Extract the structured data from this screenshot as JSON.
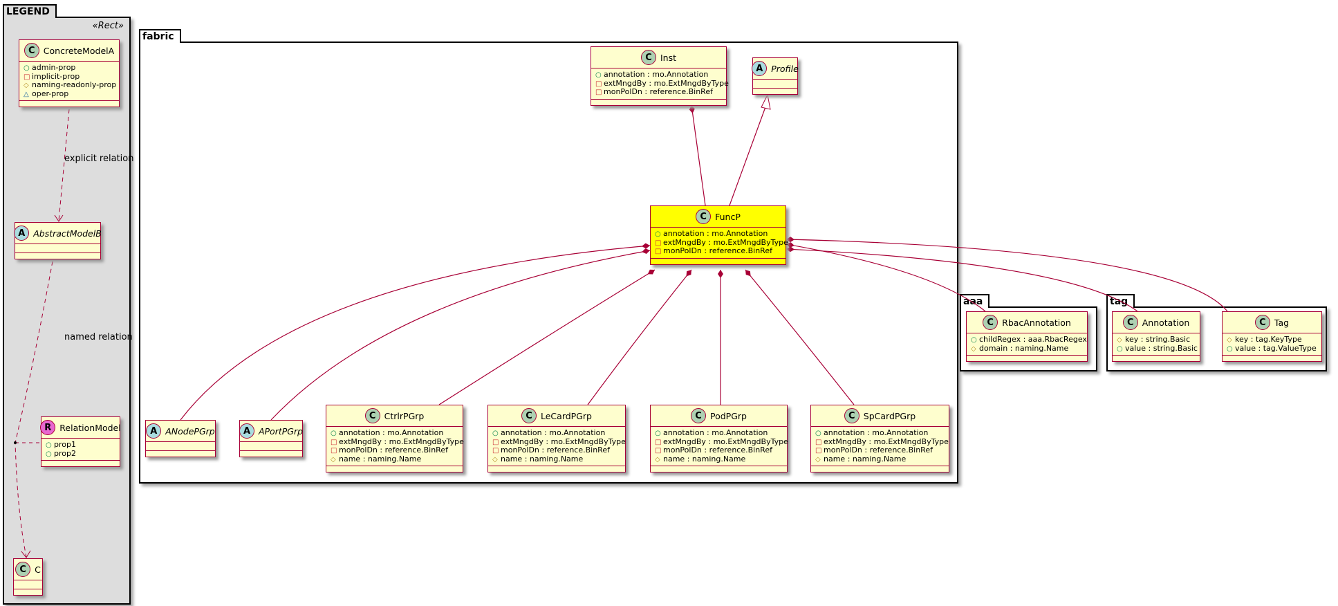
{
  "packages": {
    "legend": "LEGEND",
    "fabric": "fabric",
    "aaa": "aaa",
    "tag": "tag"
  },
  "legend": {
    "stereotype": "«Rect»",
    "explicit_relation": "explicit relation",
    "named_relation": "named relation"
  },
  "colors": {
    "border": "#a80036",
    "class_bg": "#fefece",
    "highlight": "#ffff00",
    "legend_bg": "#dddddd"
  },
  "visibility_icons": {
    "+": "circle-icon",
    "-": "square-icon",
    "#": "diamond-icon",
    "~": "triangle-icon"
  },
  "classes": {
    "ConcreteModelA": {
      "name": "ConcreteModelA",
      "kind": "C",
      "members": [
        {
          "vis": "+",
          "text": "admin-prop"
        },
        {
          "vis": "-",
          "text": "implicit-prop"
        },
        {
          "vis": "#",
          "text": "naming-readonly-prop"
        },
        {
          "vis": "~",
          "text": "oper-prop"
        }
      ]
    },
    "AbstractModelB": {
      "name": "AbstractModelB",
      "kind": "A",
      "members": []
    },
    "RelationModel": {
      "name": "RelationModel",
      "kind": "R",
      "members": [
        {
          "vis": "+",
          "text": "prop1"
        },
        {
          "vis": "+",
          "text": "prop2"
        }
      ]
    },
    "C": {
      "name": "C",
      "kind": "C",
      "members": []
    },
    "Inst": {
      "name": "Inst",
      "kind": "C",
      "members": [
        {
          "vis": "+",
          "text": "annotation : mo.Annotation"
        },
        {
          "vis": "-",
          "text": "extMngdBy : mo.ExtMngdByType"
        },
        {
          "vis": "-",
          "text": "monPolDn : reference.BinRef"
        }
      ]
    },
    "Profile": {
      "name": "Profile",
      "kind": "A",
      "members": []
    },
    "FuncP": {
      "name": "FuncP",
      "kind": "C",
      "members": [
        {
          "vis": "+",
          "text": "annotation : mo.Annotation"
        },
        {
          "vis": "-",
          "text": "extMngdBy : mo.ExtMngdByType"
        },
        {
          "vis": "-",
          "text": "monPolDn : reference.BinRef"
        }
      ]
    },
    "ANodePGrp": {
      "name": "ANodePGrp",
      "kind": "A",
      "members": []
    },
    "APortPGrp": {
      "name": "APortPGrp",
      "kind": "A",
      "members": []
    },
    "CtrlrPGrp": {
      "name": "CtrlrPGrp",
      "kind": "C",
      "members": [
        {
          "vis": "+",
          "text": "annotation : mo.Annotation"
        },
        {
          "vis": "-",
          "text": "extMngdBy : mo.ExtMngdByType"
        },
        {
          "vis": "-",
          "text": "monPolDn : reference.BinRef"
        },
        {
          "vis": "#",
          "text": "name : naming.Name"
        }
      ]
    },
    "LeCardPGrp": {
      "name": "LeCardPGrp",
      "kind": "C",
      "members": [
        {
          "vis": "+",
          "text": "annotation : mo.Annotation"
        },
        {
          "vis": "-",
          "text": "extMngdBy : mo.ExtMngdByType"
        },
        {
          "vis": "-",
          "text": "monPolDn : reference.BinRef"
        },
        {
          "vis": "#",
          "text": "name : naming.Name"
        }
      ]
    },
    "PodPGrp": {
      "name": "PodPGrp",
      "kind": "C",
      "members": [
        {
          "vis": "+",
          "text": "annotation : mo.Annotation"
        },
        {
          "vis": "-",
          "text": "extMngdBy : mo.ExtMngdByType"
        },
        {
          "vis": "-",
          "text": "monPolDn : reference.BinRef"
        },
        {
          "vis": "#",
          "text": "name : naming.Name"
        }
      ]
    },
    "SpCardPGrp": {
      "name": "SpCardPGrp",
      "kind": "C",
      "members": [
        {
          "vis": "+",
          "text": "annotation : mo.Annotation"
        },
        {
          "vis": "-",
          "text": "extMngdBy : mo.ExtMngdByType"
        },
        {
          "vis": "-",
          "text": "monPolDn : reference.BinRef"
        },
        {
          "vis": "#",
          "text": "name : naming.Name"
        }
      ]
    },
    "RbacAnnotation": {
      "name": "RbacAnnotation",
      "kind": "C",
      "members": [
        {
          "vis": "+",
          "text": "childRegex : aaa.RbacRegex"
        },
        {
          "vis": "#",
          "text": "domain : naming.Name"
        }
      ]
    },
    "Annotation": {
      "name": "Annotation",
      "kind": "C",
      "members": [
        {
          "vis": "#",
          "text": "key : string.Basic"
        },
        {
          "vis": "+",
          "text": "value : string.Basic"
        }
      ]
    },
    "Tag": {
      "name": "Tag",
      "kind": "C",
      "members": [
        {
          "vis": "#",
          "text": "key : tag.KeyType"
        },
        {
          "vis": "+",
          "text": "value : tag.ValueType"
        }
      ]
    }
  }
}
